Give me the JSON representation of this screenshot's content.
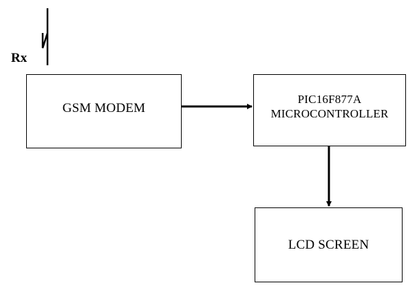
{
  "antenna": {
    "label": "Rx"
  },
  "blocks": {
    "gsm_modem": {
      "label": "GSM MODEM"
    },
    "microcontroller": {
      "line1": "PIC16F877A",
      "line2": "MICROCONTROLLER"
    },
    "lcd_screen": {
      "label": "LCD SCREEN"
    }
  },
  "connections": [
    {
      "from": "GSM MODEM",
      "to": "PIC16F877A MICROCONTROLLER"
    },
    {
      "from": "PIC16F877A MICROCONTROLLER",
      "to": "LCD SCREEN"
    }
  ],
  "colors": {
    "line": "#000000",
    "background": "#ffffff"
  }
}
